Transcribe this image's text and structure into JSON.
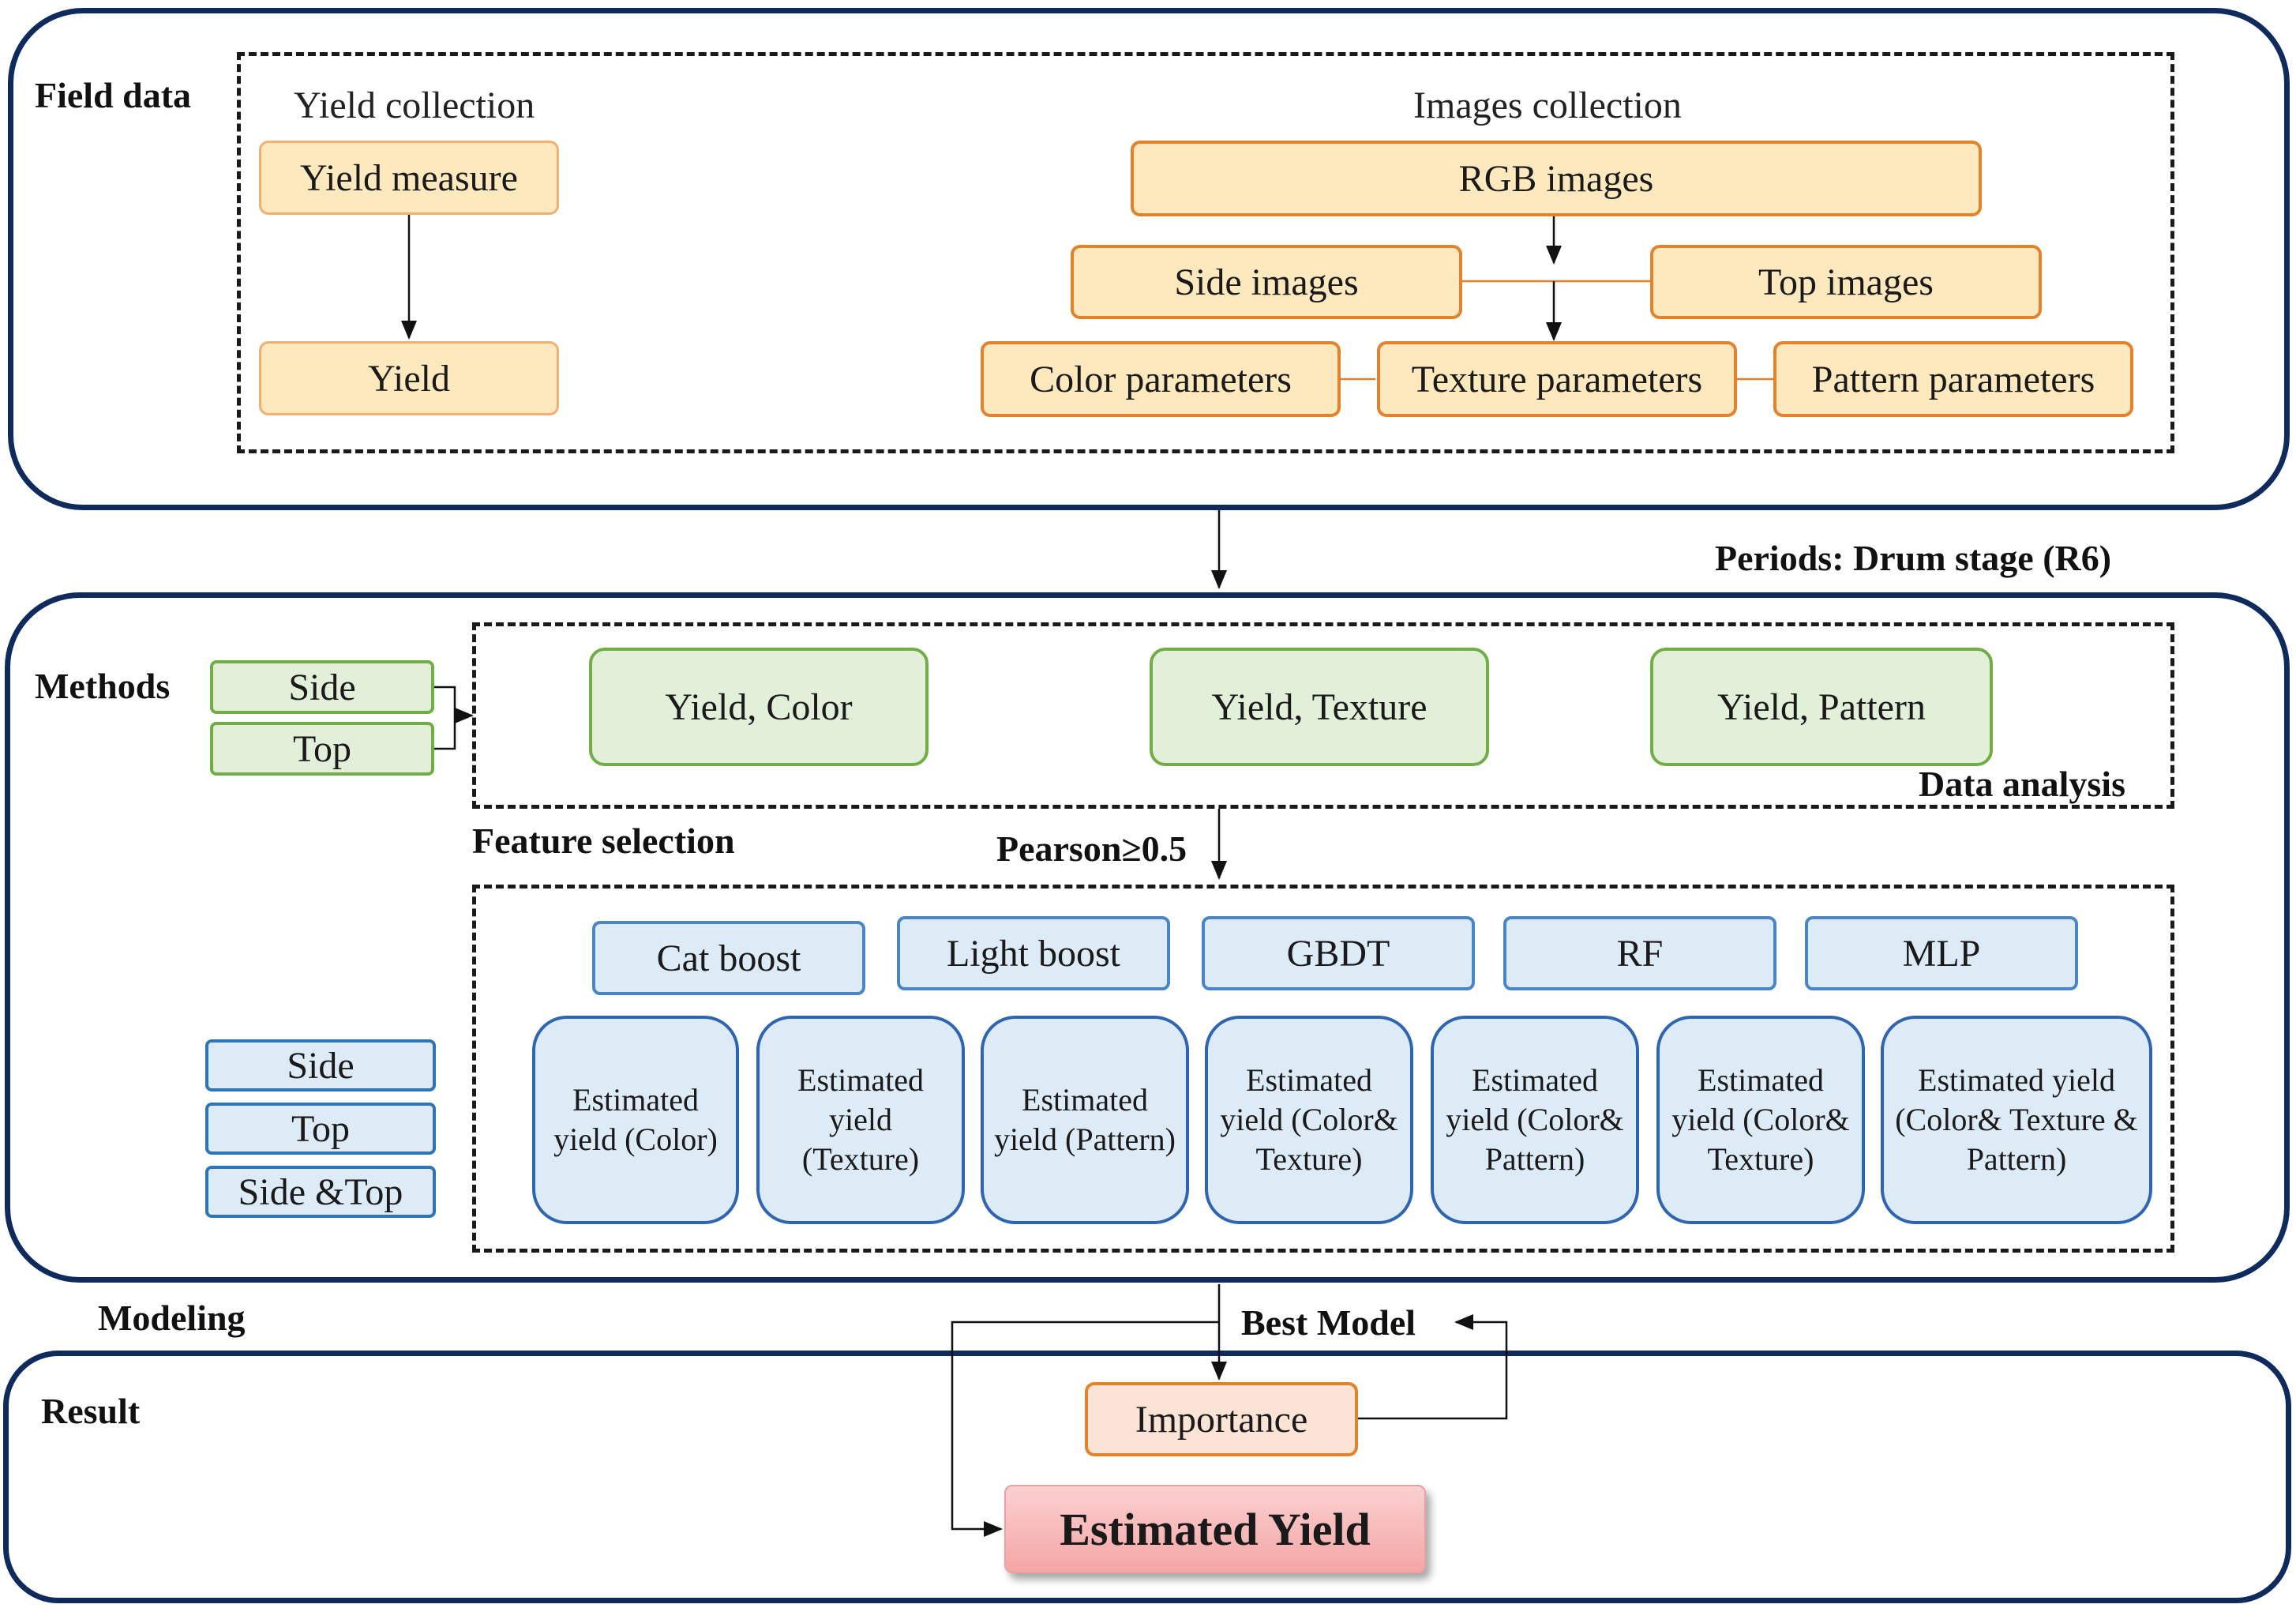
{
  "field_data": {
    "title": "Field data",
    "yield_collection": {
      "heading": "Yield collection",
      "measure": "Yield measure",
      "yield": "Yield"
    },
    "images_collection": {
      "heading": "Images collection",
      "rgb": "RGB images",
      "side": "Side images",
      "top": "Top images",
      "color": "Color parameters",
      "texture": "Texture parameters",
      "pattern": "Pattern parameters"
    }
  },
  "periods": "Periods: Drum stage (R6)",
  "methods": {
    "title": "Methods",
    "tags": {
      "side": "Side",
      "top": "Top"
    },
    "pairs": {
      "color": "Yield, Color",
      "texture": "Yield, Texture",
      "pattern": "Yield, Pattern"
    },
    "data_analysis": "Data analysis",
    "feature_selection": "Feature selection",
    "pearson": "Pearson≥0.5",
    "models": {
      "catboost": "Cat boost",
      "lightboost": "Light boost",
      "gbdt": "GBDT",
      "rf": "RF",
      "mlp": "MLP"
    },
    "view_tags": {
      "side": "Side",
      "top": "Top",
      "side_top": "Side &Top"
    },
    "estimates": {
      "color": "Estimated yield (Color)",
      "texture": "Estimated yield (Texture)",
      "pattern": "Estimated yield (Pattern)",
      "color_texture": "Estimated yield (Color& Texture)",
      "color_pattern": "Estimated yield (Color& Pattern)",
      "color_texture_2": "Estimated yield (Color& Texture)",
      "all": "Estimated yield (Color& Texture & Pattern)"
    }
  },
  "modeling": "Modeling",
  "best_model": "Best Model",
  "result": {
    "title": "Result",
    "importance": "Importance",
    "estimated_yield": "Estimated Yield"
  }
}
